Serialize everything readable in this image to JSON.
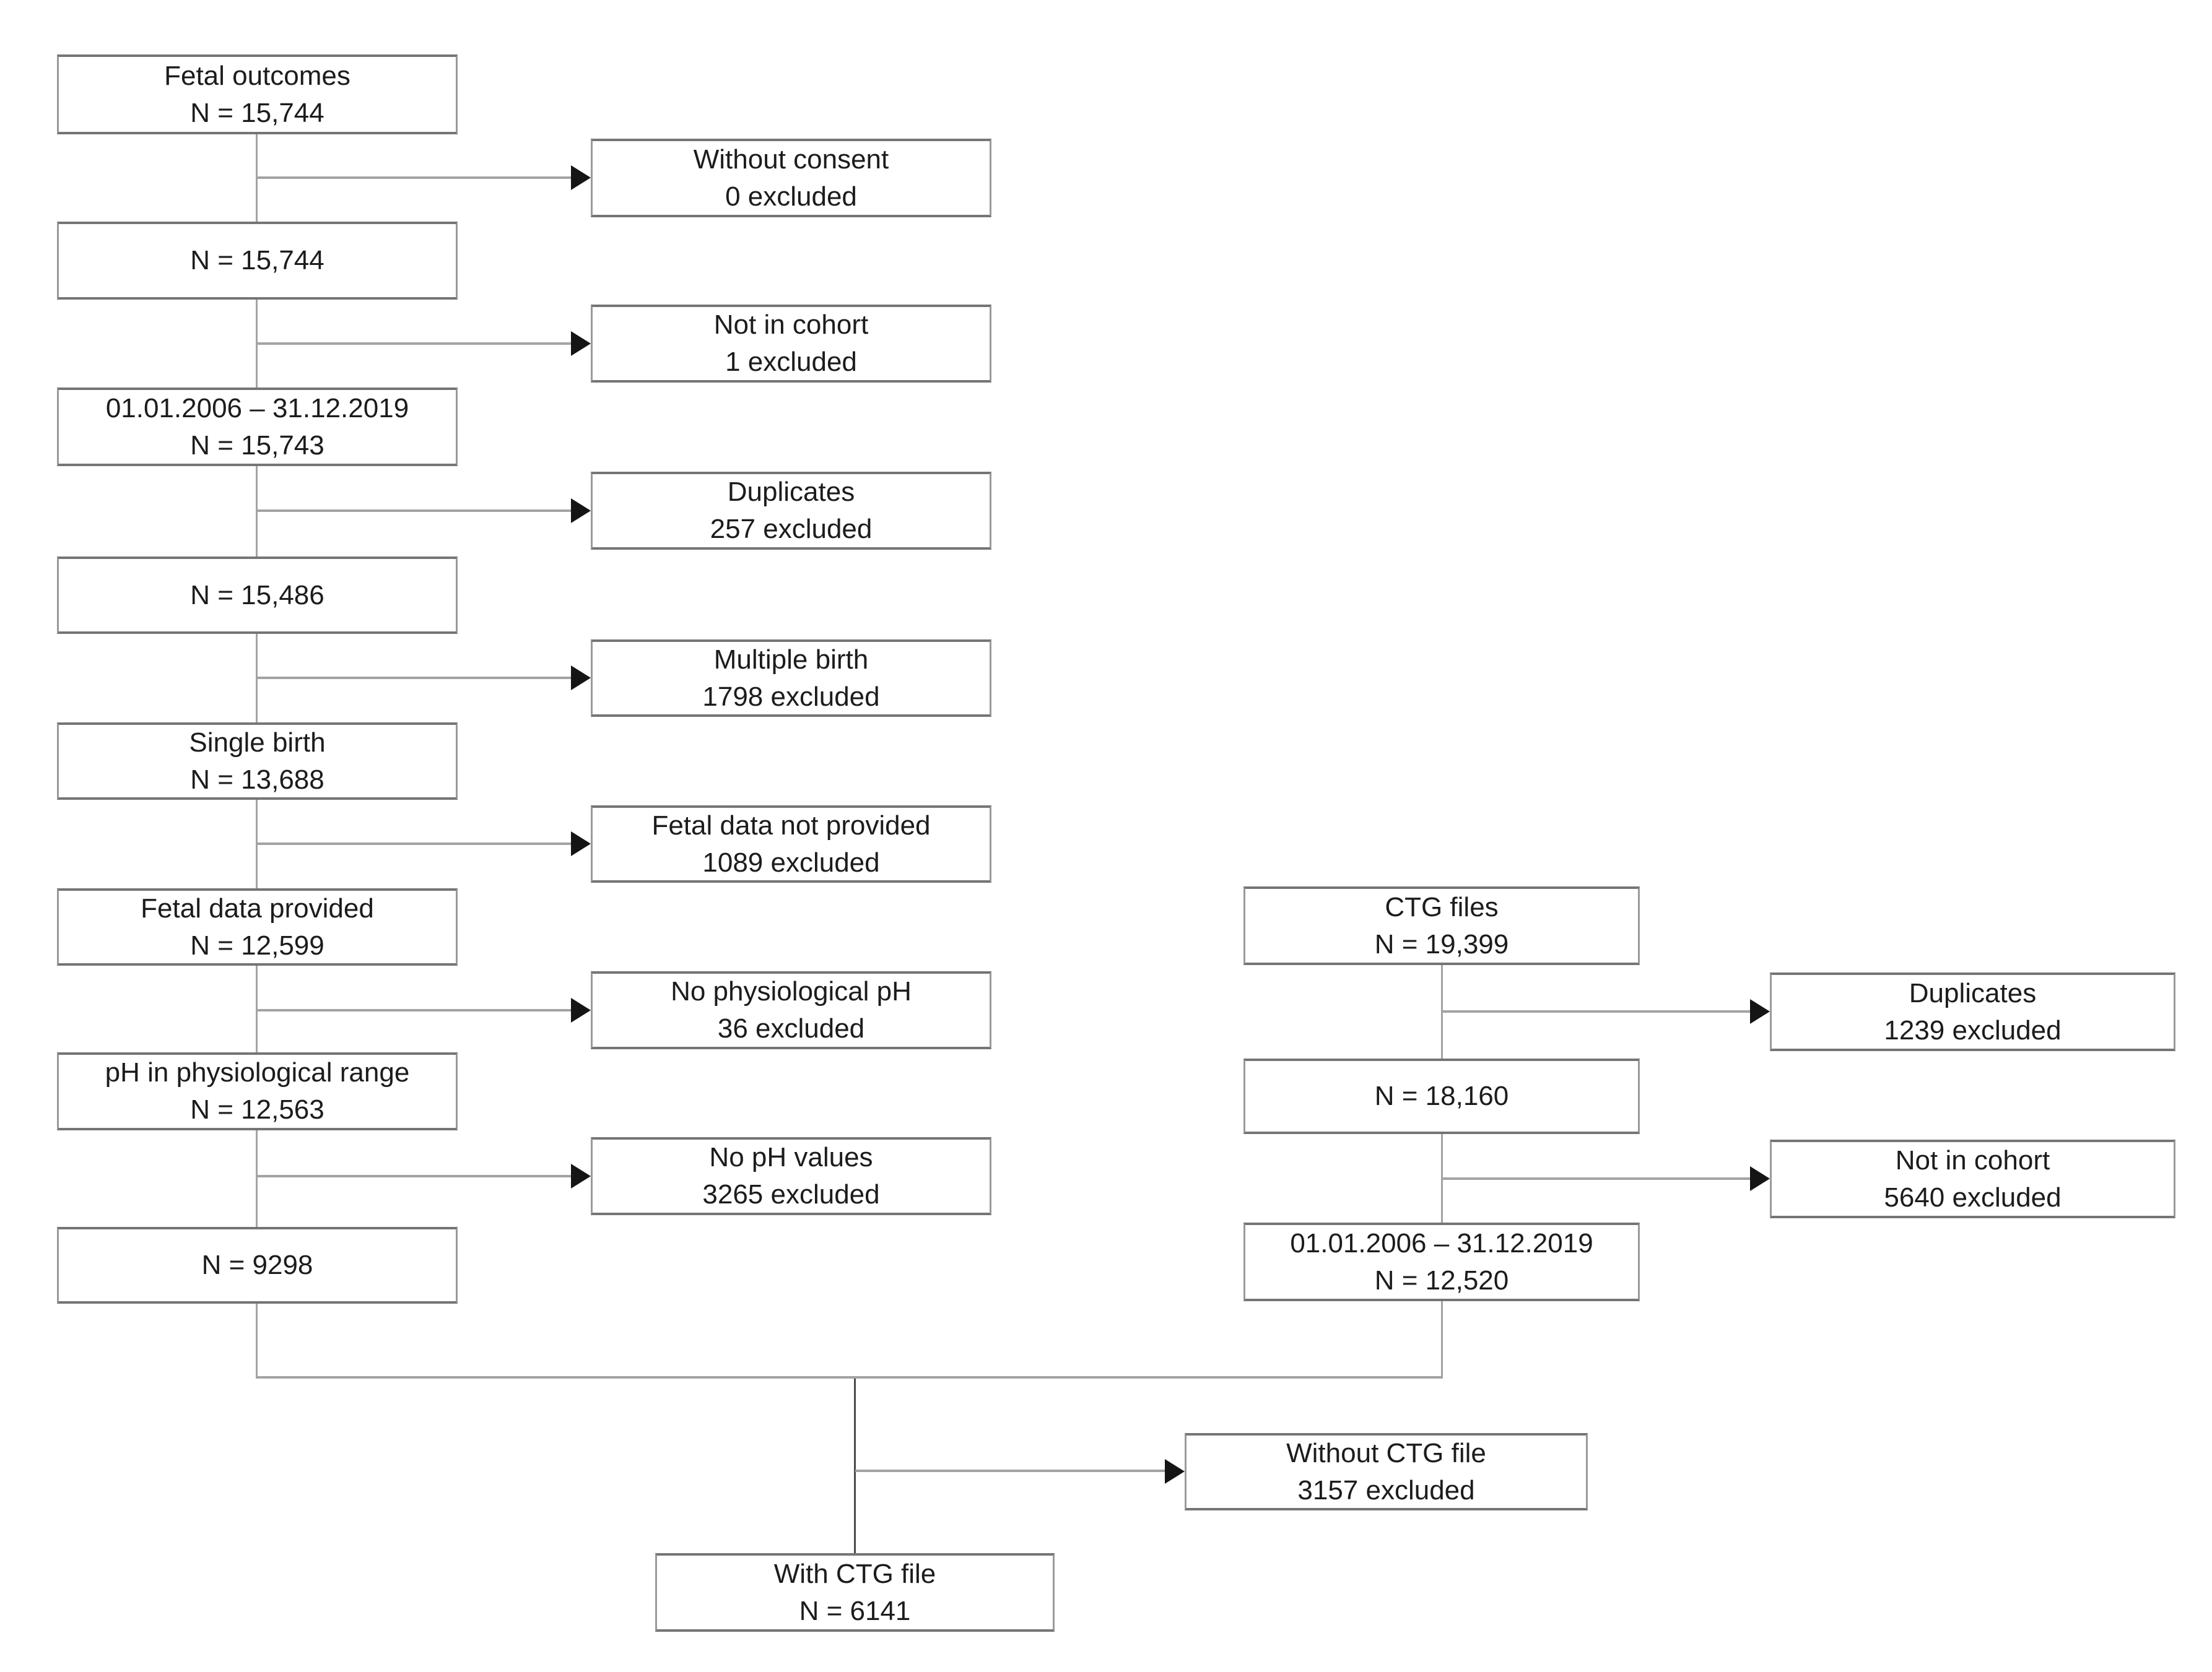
{
  "boxes": {
    "fetal_outcomes": {
      "line1": "Fetal outcomes",
      "line2": "N = 15,744"
    },
    "n_15744": {
      "line1": "N = 15,744"
    },
    "date_range_left": {
      "line1": "01.01.2006 – 31.12.2019",
      "line2": "N = 15,743"
    },
    "n_15486": {
      "line1": "N = 15,486"
    },
    "single_birth": {
      "line1": "Single birth",
      "line2": "N = 13,688"
    },
    "fetal_data_provided": {
      "line1": "Fetal data provided",
      "line2": "N = 12,599"
    },
    "ph_physiological_range": {
      "line1": "pH in physiological range",
      "line2": "N = 12,563"
    },
    "n_9298": {
      "line1": "N = 9298"
    },
    "without_consent": {
      "line1": "Without consent",
      "line2": "0 excluded"
    },
    "not_in_cohort_left": {
      "line1": "Not in cohort",
      "line2": "1 excluded"
    },
    "duplicates_left": {
      "line1": "Duplicates",
      "line2": "257 excluded"
    },
    "multiple_birth": {
      "line1": "Multiple birth",
      "line2": "1798 excluded"
    },
    "fetal_data_not_provided": {
      "line1": "Fetal data not provided",
      "line2": "1089 excluded"
    },
    "no_physiological_ph": {
      "line1": "No physiological pH",
      "line2": "36 excluded"
    },
    "no_ph_values": {
      "line1": "No pH values",
      "line2": "3265 excluded"
    },
    "ctg_files": {
      "line1": "CTG files",
      "line2": "N = 19,399"
    },
    "n_18160": {
      "line1": "N = 18,160"
    },
    "date_range_right": {
      "line1": "01.01.2006 – 31.12.2019",
      "line2": "N = 12,520"
    },
    "duplicates_right": {
      "line1": "Duplicates",
      "line2": "1239 excluded"
    },
    "not_in_cohort_right": {
      "line1": "Not in cohort",
      "line2": "5640 excluded"
    },
    "without_ctg_file": {
      "line1": "Without CTG file",
      "line2": "3157 excluded"
    },
    "with_ctg_file": {
      "line1": "With CTG file",
      "line2": "N = 6141"
    }
  },
  "colors": {
    "background": "#ffffff",
    "box_fill": "#ffffff",
    "box_border": "#9a9a9a",
    "box_border_strong": "#757575",
    "connector_line": "#a3a3a3",
    "connector_line_dark": "#4a4a4a",
    "arrowhead": "#151515",
    "text": "#1c1c1c"
  }
}
